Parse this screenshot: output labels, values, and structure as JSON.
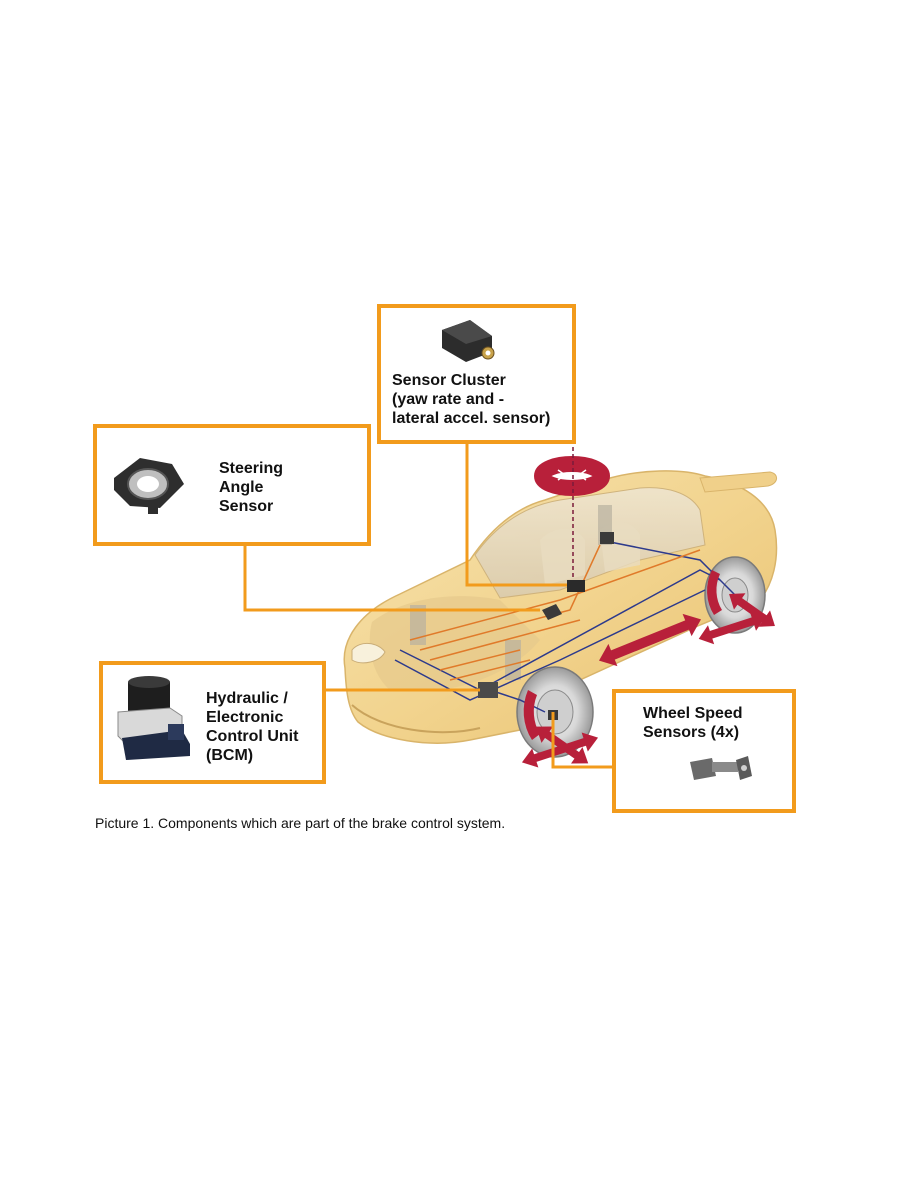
{
  "diagram": {
    "caption": "Picture 1. Components which are part of the brake control system.",
    "accent_color": "#f29b1c",
    "arrow_color": "#b8203a",
    "components": {
      "sensor_cluster": {
        "icon": "sensor-cluster-icon",
        "lines": [
          "Sensor Cluster",
          "(yaw rate and -",
          "lateral accel. sensor)"
        ]
      },
      "steering_angle": {
        "icon": "steering-angle-sensor-icon",
        "lines": [
          "Steering",
          "Angle",
          "Sensor"
        ]
      },
      "hydraulic_unit": {
        "icon": "hydraulic-control-unit-icon",
        "lines": [
          "Hydraulic /",
          "Electronic",
          "Control Unit",
          "(BCM)"
        ]
      },
      "wheel_speed": {
        "icon": "wheel-speed-sensor-icon",
        "lines": [
          "Wheel Speed",
          "Sensors (4x)"
        ]
      }
    }
  }
}
